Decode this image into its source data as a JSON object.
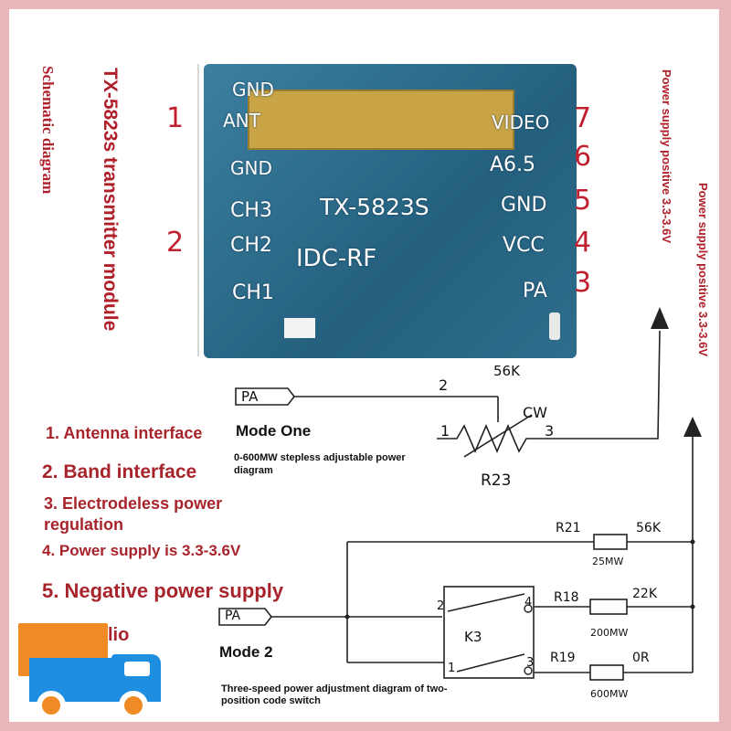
{
  "vertical": {
    "schematic": "Schematic diagram",
    "module": "TX-5823s transmitter module",
    "power_a": "Power supply positive 3.3-3.6V",
    "power_b": "Power supply positive 3.3-3.6V"
  },
  "pcb": {
    "left_pins": [
      "GND",
      "ANT",
      "GND",
      "CH3",
      "CH2",
      "CH1"
    ],
    "right_pins": [
      "VIDEO",
      "A6.5",
      "GND",
      "VCC",
      "PA"
    ],
    "title": "TX-5823S",
    "brand": "IDC-RF"
  },
  "pin_numbers": {
    "n1": "1",
    "n2": "2",
    "n7": "7",
    "n6": "6",
    "n5": "5",
    "n4": "4",
    "n3": "3"
  },
  "features": [
    "1. Antenna interface",
    "2. Band interface",
    "3. Electrodeless power regulation",
    "4. Power supply is 3.3-3.6V",
    "5. Negative power supply",
    "lio"
  ],
  "mode_one": {
    "title": "Mode One",
    "desc": "0-600MW stepless adjustable power diagram",
    "pa": "PA",
    "pin2": "2",
    "resistance": "56K",
    "cw": "CW",
    "pin1": "1",
    "pin3": "3",
    "name": "R23"
  },
  "mode_two": {
    "title": "Mode 2",
    "desc": "Three-speed power adjustment diagram of two-position code switch",
    "pa": "PA",
    "switch": "K3",
    "sw_pins": [
      "2",
      "4",
      "1",
      "3"
    ],
    "r21": {
      "name": "R21",
      "value": "56K",
      "power": "25MW"
    },
    "r18": {
      "name": "R18",
      "value": "22K",
      "power": "200MW"
    },
    "r19": {
      "name": "R19",
      "value": "0R",
      "power": "600MW"
    }
  },
  "colors": {
    "border": "#e9b6bc",
    "accent_red": "#b0202a",
    "pcb_blue": "#2f6f8f",
    "gold": "#c9a447",
    "truck_orange": "#f08a24",
    "truck_blue": "#1f8ee0"
  },
  "icons": {
    "truck": "delivery-truck-icon",
    "arrow": "arrow-up-icon"
  }
}
